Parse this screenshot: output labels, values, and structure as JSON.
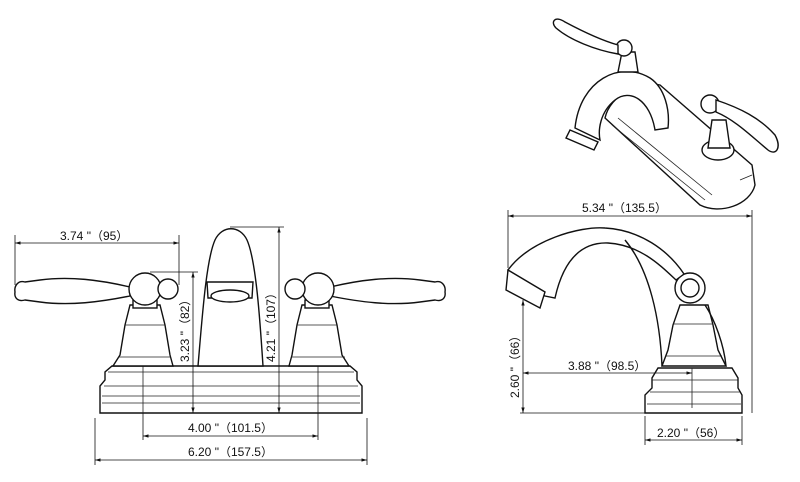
{
  "dimensions": {
    "handle_reach": "3.74 \"（95）",
    "handle_height": "3.23 \"（82）",
    "spout_height": "4.21 \"（107）",
    "center_spread": "4.00 \"（101.5）",
    "base_width": "6.20 \"（157.5）",
    "depth": "5.34 \"（135.5）",
    "spout_reach": "3.88 \"（98.5）",
    "spout_clearance": "2.60 \"（66）",
    "base_depth": "2.20 \"（56）"
  }
}
